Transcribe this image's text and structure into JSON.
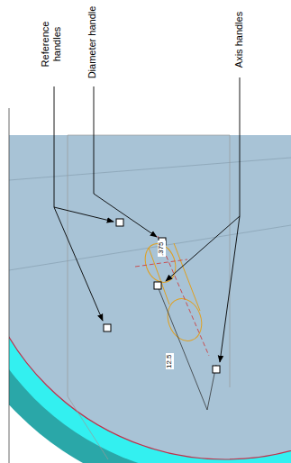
{
  "diagram": {
    "labels": [
      "Reference handles",
      "Diameter handle",
      "Axis handles",
      ".375",
      "12.5"
    ]
  }
}
